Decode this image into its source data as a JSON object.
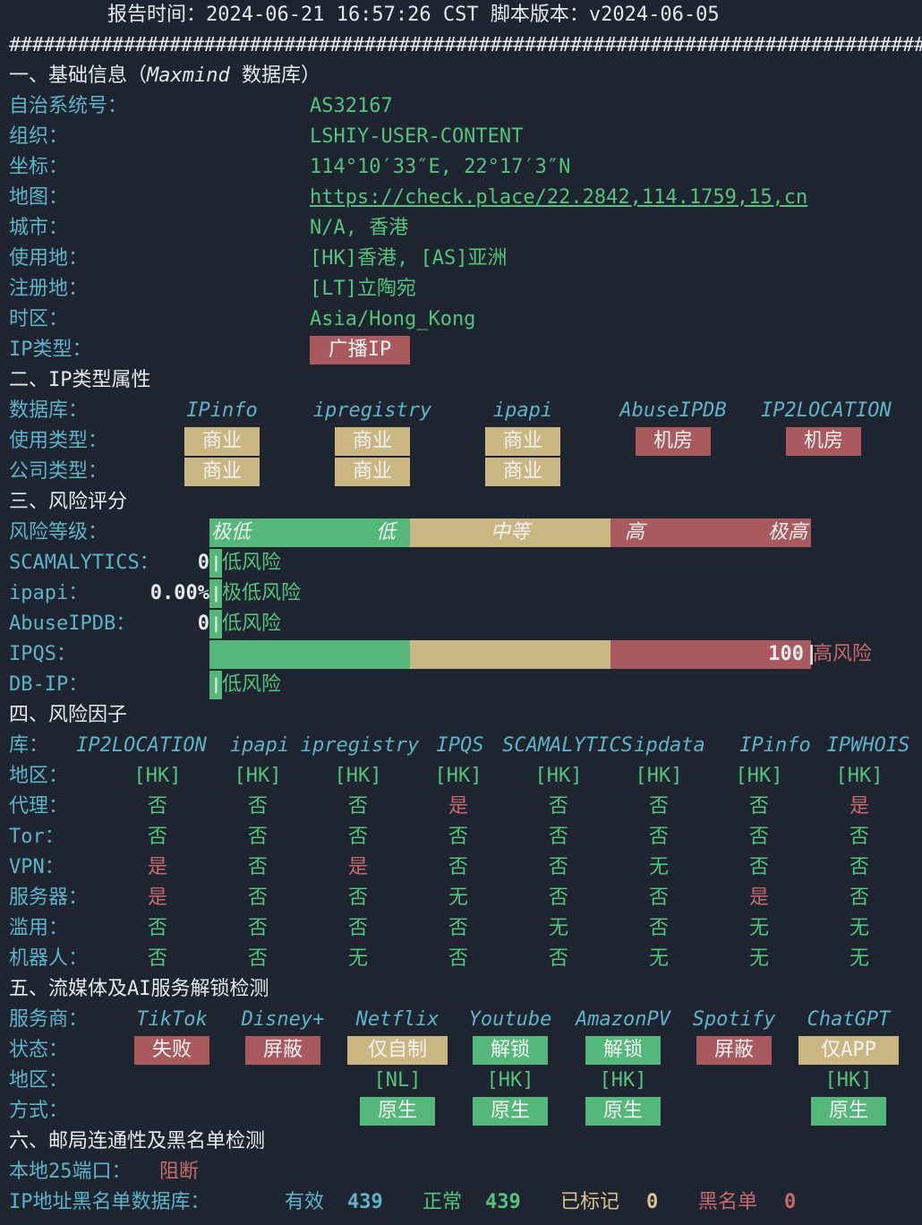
{
  "header": {
    "report_time": "报告时间：2024-06-21 16:57:26 CST  脚本版本：v2024-06-05",
    "separator": "################################################################################"
  },
  "section1": {
    "title": "一、基础信息（",
    "title_db": "Maxmind",
    "title_tail": " 数据库）",
    "rows": [
      {
        "label": "自治系统号：",
        "value": "AS32167"
      },
      {
        "label": "组织：",
        "value": "LSHIY-USER-CONTENT"
      },
      {
        "label": "坐标：",
        "value": "114°10′33″E, 22°17′3″N"
      },
      {
        "label": "地图：",
        "value": "https://check.place/22.2842,114.1759,15,cn"
      },
      {
        "label": "城市：",
        "value": "N/A, 香港"
      },
      {
        "label": "使用地：",
        "value": "[HK]香港, [AS]亚洲"
      },
      {
        "label": "注册地：",
        "value": "[LT]立陶宛"
      },
      {
        "label": "时区：",
        "value": "Asia/Hong_Kong"
      }
    ],
    "ip_type_label": "IP类型：",
    "ip_type_value": "广播IP"
  },
  "section2": {
    "title": "二、IP类型属性",
    "db_label": "数据库：",
    "databases": [
      "IPinfo",
      "ipregistry",
      "ipapi",
      "AbuseIPDB",
      "IP2LOCATION"
    ],
    "usage_label": "使用类型：",
    "usage": [
      "商业",
      "商业",
      "商业",
      "机房",
      "机房"
    ],
    "company_label": "公司类型：",
    "company": [
      "商业",
      "商业",
      "商业"
    ]
  },
  "section3": {
    "title": "三、风险评分",
    "level_label": "风险等级：",
    "levels": [
      "极低",
      "低",
      "中等",
      "高",
      "极高"
    ],
    "scores": [
      {
        "label": "SCAMALYTICS：",
        "score": "0",
        "text": "低风险",
        "fraction": 0
      },
      {
        "label": "ipapi：",
        "score": "0.00%",
        "text": "极低风险",
        "fraction": 0
      },
      {
        "label": "AbuseIPDB：",
        "score": "0",
        "text": "低风险",
        "fraction": 0
      },
      {
        "label": "IPQS：",
        "score": "100",
        "text": "高风险",
        "fraction": 1
      },
      {
        "label": "DB-IP：",
        "score": "",
        "text": "低风险",
        "fraction": 0
      }
    ]
  },
  "section4": {
    "title": "四、风险因子",
    "db_label": "库：",
    "databases": [
      "IP2LOCATION",
      "ipapi",
      "ipregistry",
      "IPQS",
      "SCAMALYTICS",
      "ipdata",
      "IPinfo",
      "IPWHOIS"
    ],
    "rows": [
      {
        "label": "地区：",
        "values": [
          "[HK]",
          "[HK]",
          "[HK]",
          "[HK]",
          "[HK]",
          "[HK]",
          "[HK]",
          "[HK]"
        ]
      },
      {
        "label": "代理：",
        "values": [
          "否",
          "否",
          "否",
          "是",
          "否",
          "否",
          "否",
          "是"
        ]
      },
      {
        "label": "Tor：",
        "values": [
          "否",
          "否",
          "否",
          "否",
          "否",
          "否",
          "否",
          "否"
        ]
      },
      {
        "label": "VPN：",
        "values": [
          "是",
          "否",
          "是",
          "否",
          "否",
          "无",
          "否",
          "否"
        ]
      },
      {
        "label": "服务器：",
        "values": [
          "是",
          "否",
          "否",
          "无",
          "否",
          "否",
          "是",
          "否"
        ]
      },
      {
        "label": "滥用：",
        "values": [
          "否",
          "否",
          "否",
          "否",
          "无",
          "否",
          "无",
          "无"
        ]
      },
      {
        "label": "机器人：",
        "values": [
          "否",
          "否",
          "无",
          "否",
          "否",
          "无",
          "无",
          "无"
        ]
      }
    ]
  },
  "section5": {
    "title": "五、流媒体及AI服务解锁检测",
    "provider_label": "服务商：",
    "providers": [
      "TikTok",
      "Disney+",
      "Netflix",
      "Youtube",
      "AmazonPV",
      "Spotify",
      "ChatGPT"
    ],
    "status_label": "状态：",
    "status": [
      "失败",
      "屏蔽",
      "仅自制",
      "解锁",
      "解锁",
      "屏蔽",
      "仅APP"
    ],
    "region_label": "地区：",
    "regions": [
      "",
      "",
      "[NL]",
      "[HK]",
      "[HK]",
      "",
      "[HK]"
    ],
    "method_label": "方式：",
    "methods": [
      "",
      "",
      "原生",
      "原生",
      "原生",
      "",
      "原生"
    ]
  },
  "section6": {
    "title": "六、邮局连通性及黑名单检测",
    "port_label": "本地25端口：",
    "port_value": "阻断",
    "bl_label": "IP地址黑名单数据库：",
    "valid_label": "有效",
    "valid_value": "439",
    "normal_label": "正常",
    "normal_value": "439",
    "marked_label": "已标记",
    "marked_value": "0",
    "blacklist_label": "黑名单",
    "blacklist_value": "0"
  },
  "colors": {
    "background": "#1e2430",
    "label": "#5fb3c8",
    "green": "#55c27d",
    "red": "#c56b6e",
    "tan": "#c9b683",
    "yellow": "#d6c38e"
  }
}
